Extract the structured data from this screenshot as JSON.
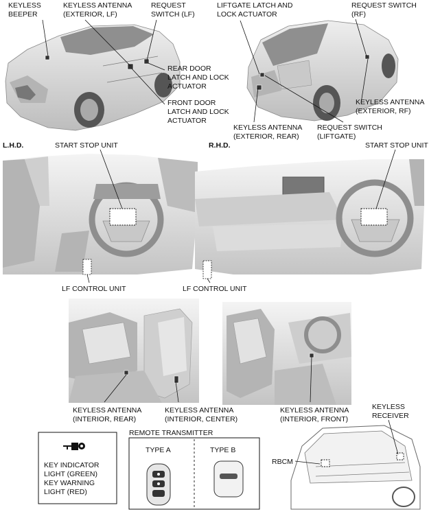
{
  "labels": {
    "keyless_beeper": [
      "KEYLESS",
      "BEEPER"
    ],
    "keyless_antenna_lf": [
      "KEYLESS ANTENNA",
      "(EXTERIOR, LF)"
    ],
    "request_switch_lf": [
      "REQUEST",
      "SWITCH (LF)"
    ],
    "rear_door_latch": [
      "REAR DOOR",
      "LATCH AND LOCK",
      "ACTUATOR"
    ],
    "front_door_latch": [
      "FRONT DOOR",
      "LATCH AND LOCK",
      "ACTUATOR"
    ],
    "liftgate_latch": [
      "LIFTGATE LATCH AND",
      "LOCK ACTUATOR"
    ],
    "request_switch_rf": [
      "REQUEST SWITCH",
      "(RF)"
    ],
    "keyless_antenna_rf": [
      "KEYLESS ANTENNA",
      "(EXTERIOR, RF)"
    ],
    "keyless_antenna_rear_ext": [
      "KEYLESS ANTENNA",
      "(EXTERIOR, REAR)"
    ],
    "request_switch_liftgate": [
      "REQUEST SWITCH",
      "(LIFTGATE)"
    ],
    "lhd": "L.H.D.",
    "rhd": "R.H.D.",
    "start_stop_unit_left": "START STOP UNIT",
    "start_stop_unit_right": "START STOP UNIT",
    "lf_control_unit_left": "LF CONTROL UNIT",
    "lf_control_unit_right": "LF CONTROL UNIT",
    "antenna_interior_rear": [
      "KEYLESS ANTENNA",
      "(INTERIOR, REAR)"
    ],
    "antenna_interior_center": [
      "KEYLESS ANTENNA",
      "(INTERIOR, CENTER)"
    ],
    "antenna_interior_front": [
      "KEYLESS ANTENNA",
      "(INTERIOR, FRONT)"
    ],
    "key_indicator": [
      "KEY INDICATOR",
      "LIGHT (GREEN)",
      "KEY WARNING",
      "LIGHT (RED)"
    ],
    "remote_transmitter": "REMOTE TRANSMITTER",
    "type_a": "TYPE A",
    "type_b": "TYPE B",
    "keyless_receiver": [
      "KEYLESS",
      "RECEIVER"
    ],
    "rbcm": "RBCM"
  },
  "icons": {
    "key_indicator": "key-indicator-symbol"
  }
}
